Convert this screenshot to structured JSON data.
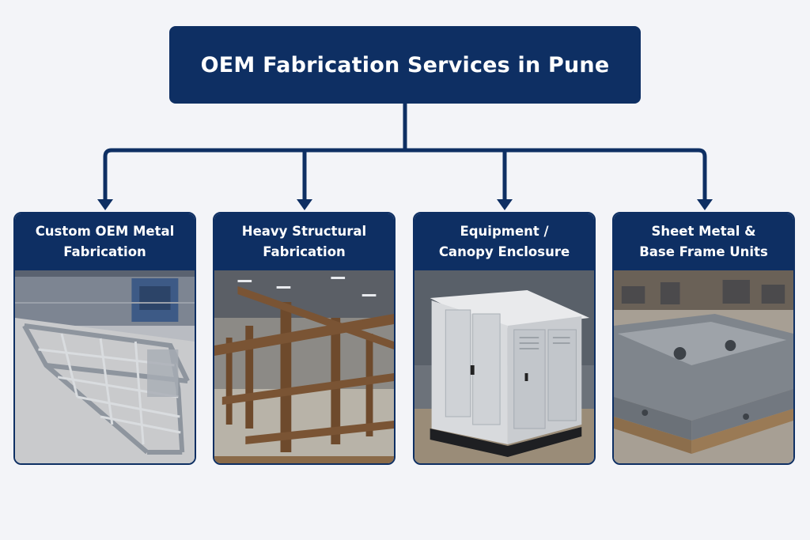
{
  "title": "OEM Fabrication Services in Pune",
  "colors": {
    "navy": "#0e2f63",
    "background": "#f3f4f8"
  },
  "cards": [
    {
      "line1": "Custom OEM Metal",
      "line2": "Fabrication",
      "image": "galvanized-steel-frame-photo"
    },
    {
      "line1": "Heavy Structural",
      "line2": "Fabrication",
      "image": "rusted-steel-structure-photo"
    },
    {
      "line1": "Equipment /",
      "line2": "Canopy Enclosure",
      "image": "canopy-enclosure-photo"
    },
    {
      "line1": "Sheet Metal &",
      "line2": "Base Frame Units",
      "image": "base-frame-unit-photo"
    }
  ]
}
